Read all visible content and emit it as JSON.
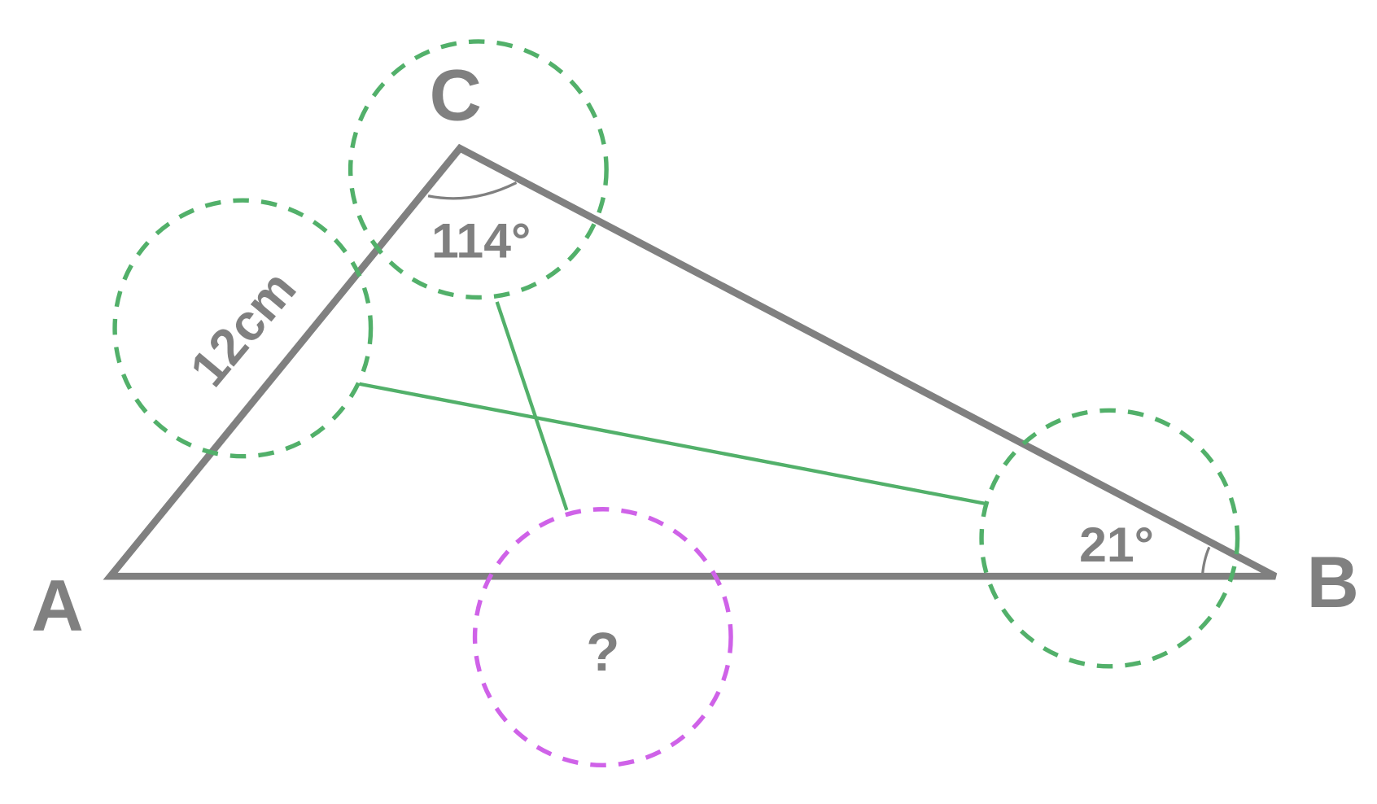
{
  "vertices": {
    "a": "A",
    "b": "B",
    "c": "C"
  },
  "labels": {
    "side_ac": "12cm",
    "angle_c": "114°",
    "angle_b": "21°",
    "unknown": "?"
  },
  "colors": {
    "triangle": "#808080",
    "known": "#52b06a",
    "unknown": "#cf62e8"
  }
}
